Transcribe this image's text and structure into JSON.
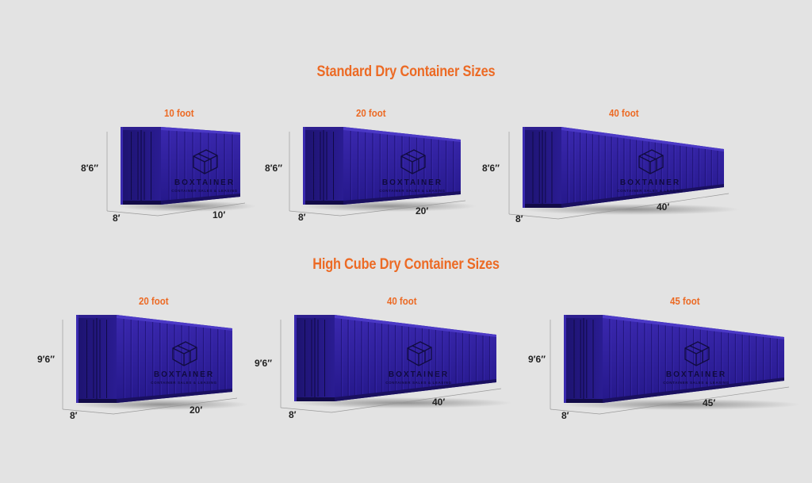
{
  "sections": {
    "standard": {
      "title": "Standard Dry Container Sizes",
      "containers": [
        {
          "size_label": "10 foot",
          "height": "8′6″",
          "width": "8′",
          "length": "10′"
        },
        {
          "size_label": "20 foot",
          "height": "8′6″",
          "width": "8′",
          "length": "20′"
        },
        {
          "size_label": "40 foot",
          "height": "8′6″",
          "width": "8′",
          "length": "40′"
        }
      ]
    },
    "high_cube": {
      "title": "High Cube Dry Container Sizes",
      "containers": [
        {
          "size_label": "20 foot",
          "height": "9′6″",
          "width": "8′",
          "length": "20′"
        },
        {
          "size_label": "40 foot",
          "height": "9′6″",
          "width": "8′",
          "length": "40′"
        },
        {
          "size_label": "45 foot",
          "height": "9′6″",
          "width": "8′",
          "length": "45′"
        }
      ]
    }
  },
  "brand": {
    "logo_text": "BOXTAINER",
    "logo_tagline": "CONTAINER SALES & LEASING"
  },
  "colors": {
    "title": "#ec6a24",
    "container_body": "#2f1f9a",
    "container_dark": "#1c1268",
    "container_light": "#3c2ab4",
    "background": "#e3e3e3"
  }
}
